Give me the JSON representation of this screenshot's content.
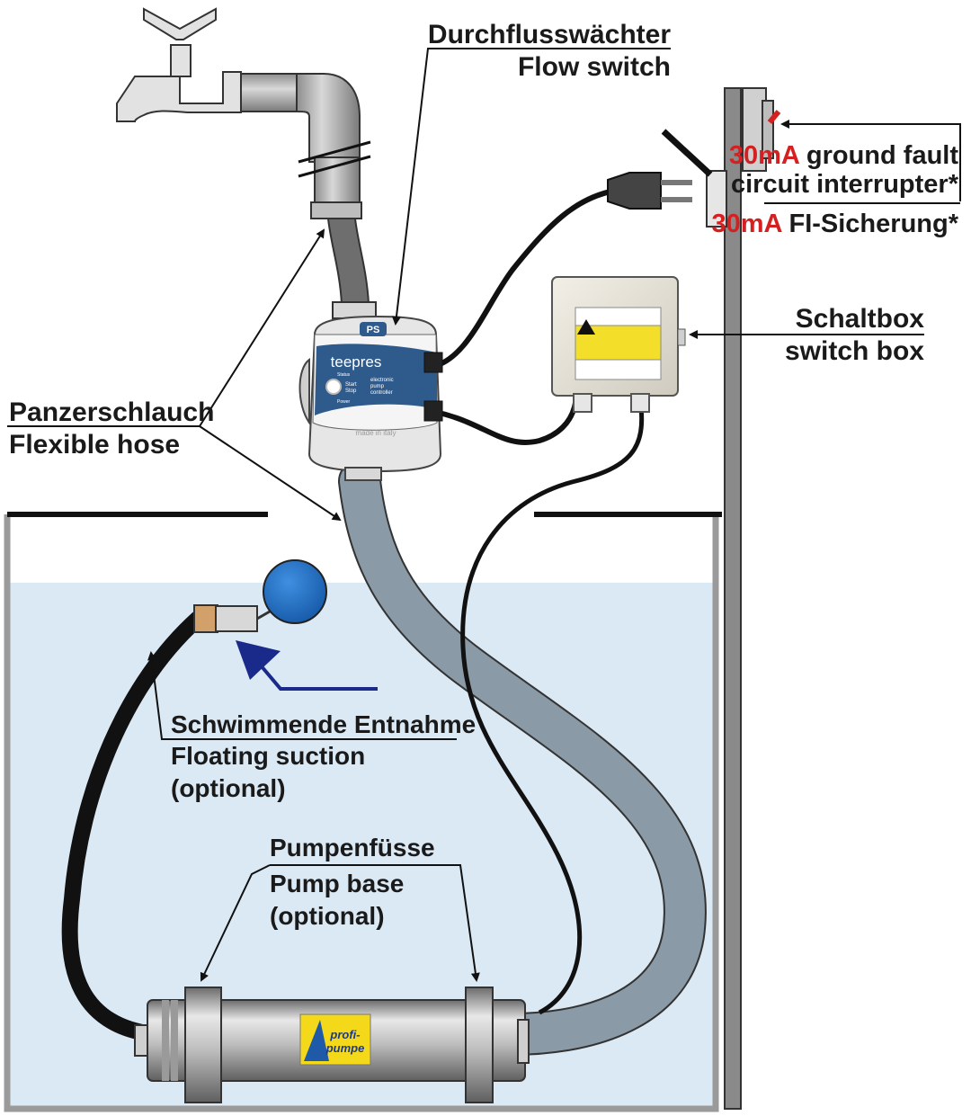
{
  "labels": {
    "flow_switch_de": "Durchflusswächter",
    "flow_switch_en": "Flow switch",
    "rcd_en_value": "30mA",
    "rcd_en_line1_rest": " ground fault",
    "rcd_en_line2": "circuit interrupter*",
    "rcd_de_value": "30mA",
    "rcd_de_rest": " FI-Sicherung*",
    "switch_box_de": "Schaltbox",
    "switch_box_en": "switch box",
    "hose_de": "Panzerschlauch",
    "hose_en": "Flexible hose",
    "suction_de": "Schwimmende Entnahme",
    "suction_en": "Floating suction",
    "suction_opt": "(optional)",
    "base_de": "Pumpenfüsse",
    "base_en": "Pump base",
    "base_opt": "(optional)"
  },
  "device": {
    "badge": "PS",
    "brand": "teepres",
    "desc_line1": "electronic",
    "desc_line2": "pump",
    "desc_line3": "controller",
    "status": "Status",
    "start": "Start",
    "stop": "Stop",
    "power": "Power",
    "bottom_brand": "made in italy"
  },
  "pump": {
    "logo_line1": "profi-",
    "logo_line2": "pumpe"
  },
  "colors": {
    "accent_red": "#d42020",
    "water": "#dbe9f4",
    "hose": "#8a9aa6",
    "float_ball": "#1f6fc0",
    "arrow_blue": "#1a2a8a",
    "logo_yellow": "#f4d81a"
  }
}
